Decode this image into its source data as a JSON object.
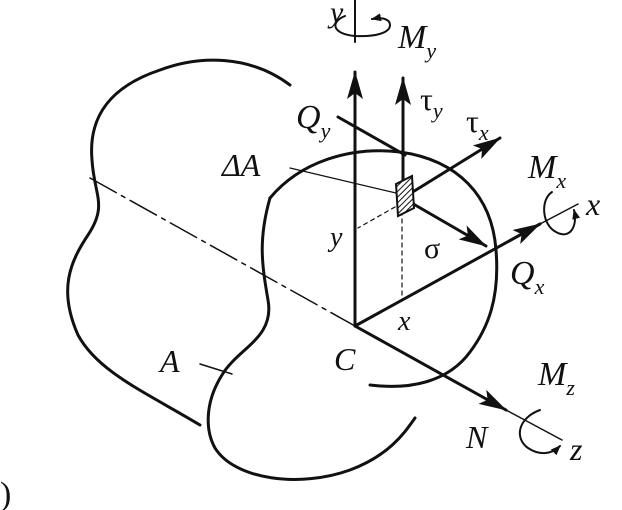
{
  "labels": {
    "y_axis": "y",
    "x_axis": "x",
    "z_axis": "z",
    "moment_y": "M",
    "moment_y_sub": "y",
    "moment_x": "M",
    "moment_x_sub": "x",
    "moment_z": "M",
    "moment_z_sub": "z",
    "shear_y": "Q",
    "shear_y_sub": "y",
    "shear_x": "Q",
    "shear_x_sub": "x",
    "tau_y": "τ",
    "tau_y_sub": "y",
    "tau_x": "τ",
    "tau_x_sub": "x",
    "sigma": "σ",
    "delta_a": "ΔA",
    "area": "A",
    "centroid": "C",
    "normal_force": "N",
    "coord_x": "x",
    "coord_y": "y",
    "corner_mark": ")"
  },
  "colors": {
    "ink": "#111111",
    "background": "#ffffff"
  }
}
